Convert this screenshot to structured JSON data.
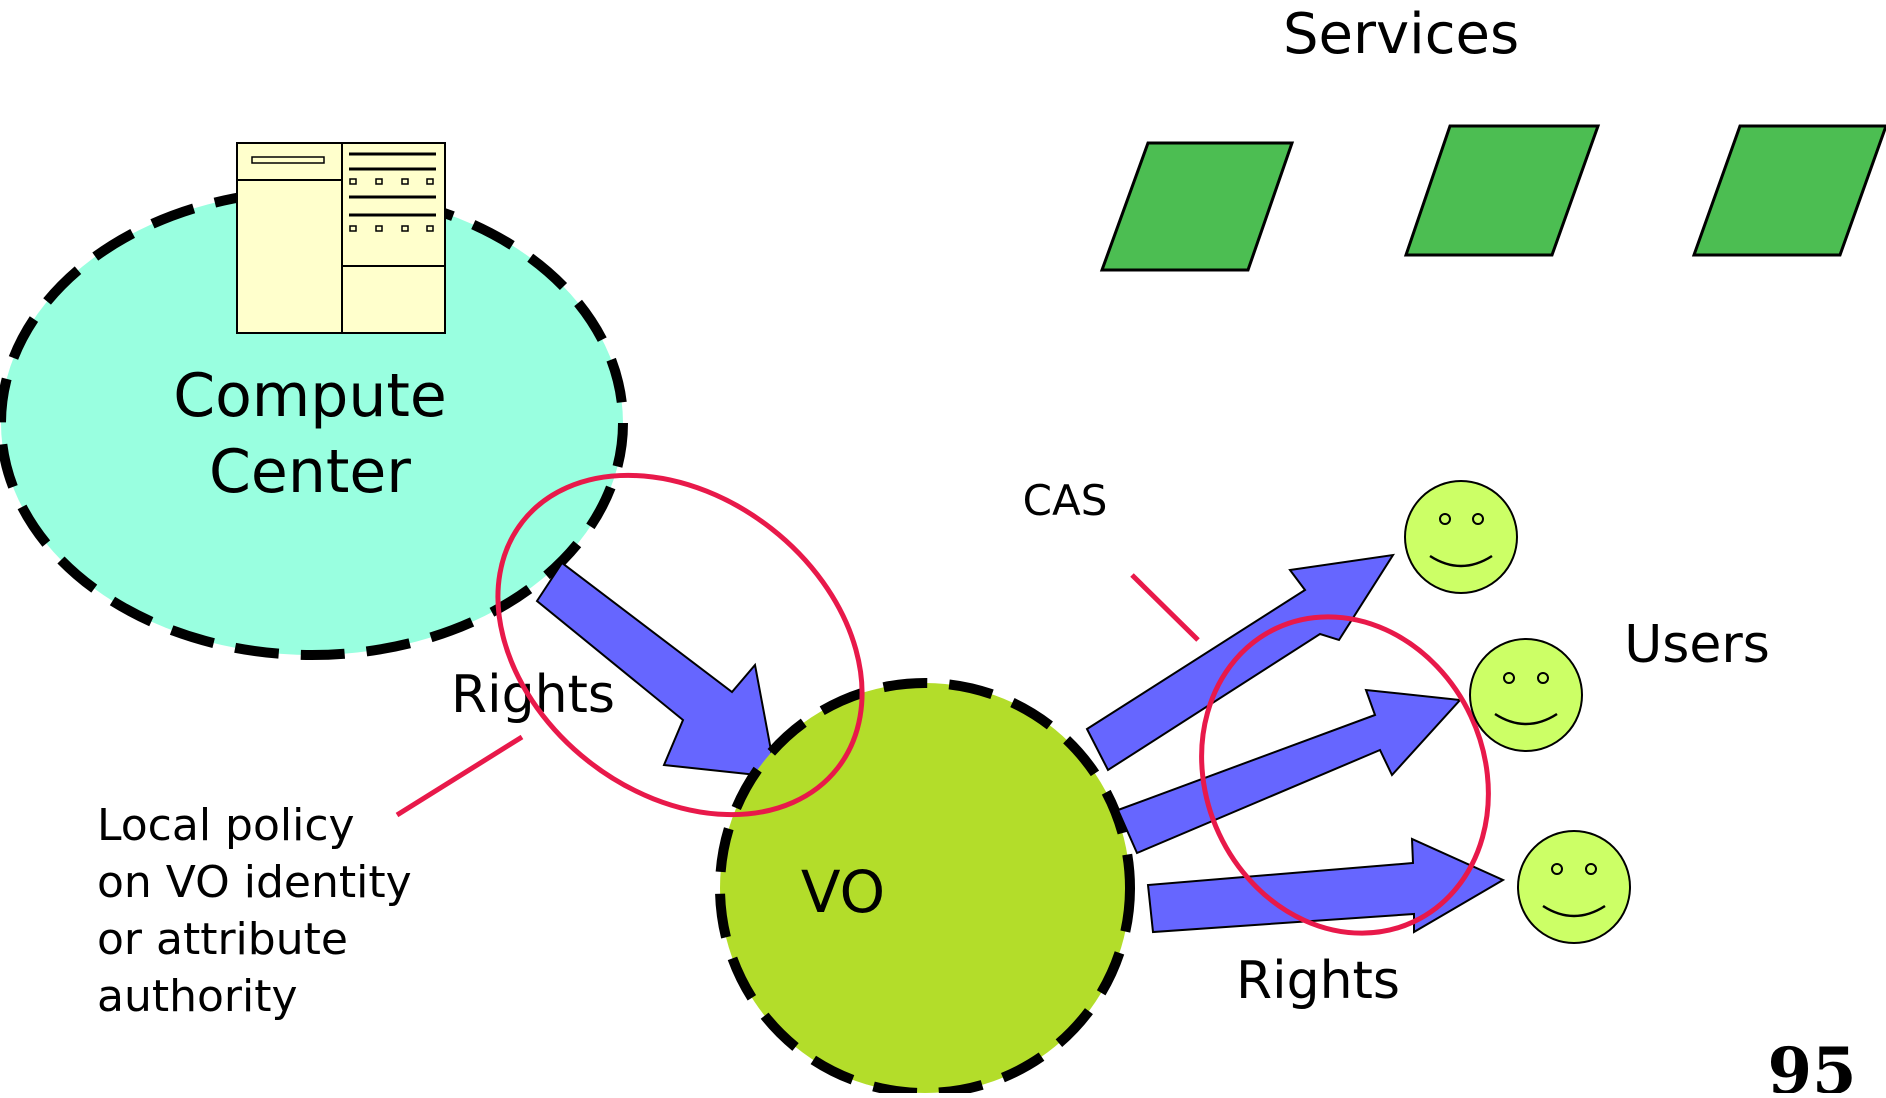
{
  "services": {
    "title": "Services",
    "count": 3
  },
  "compute_center": {
    "line1": "Compute",
    "line2": "Center"
  },
  "vo": {
    "label": "VO"
  },
  "rights_label_left": "Rights",
  "rights_label_right": "Rights",
  "cas_label": "CAS",
  "users": {
    "label": "Users",
    "count": 3
  },
  "local_policy": {
    "line1": "Local policy",
    "line2": "on VO identity",
    "line3": "or attribute",
    "line4": "authority"
  },
  "page_number": "95",
  "colors": {
    "compute_fill": "#99FFE0",
    "vo_fill": "#B3DD2A",
    "service_fill": "#4CBE52",
    "user_fill": "#CCFF66",
    "arrow_fill": "#6666FF",
    "annotation_red": "#E8194A",
    "server_fill": "#FFFFCC"
  },
  "icons": [
    "server-icon",
    "service-icon",
    "user-smiley-icon",
    "rights-arrow"
  ]
}
